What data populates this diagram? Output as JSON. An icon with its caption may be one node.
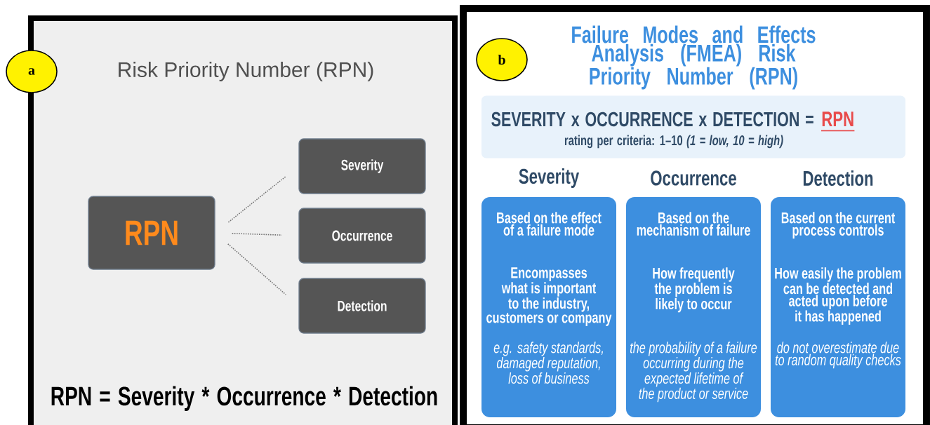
{
  "diagram": {
    "nodes": [
      {
        "text": [
          "Risk Priority Number (RPN)",
          "RPN = Severity * Occurrence * Detection"
        ]
      },
      {
        "text": [
          "a"
        ]
      },
      {
        "text": [
          "RPN"
        ],
        "in": 0
      },
      {
        "text": [
          "Severity"
        ],
        "in": 0
      },
      {
        "text": [
          "Occurrence"
        ],
        "in": 0
      },
      {
        "text": [
          "Detection"
        ],
        "in": 0
      },
      {
        "text": [
          "Failure Modes and Effects Analysis (FMEA) Risk Priority Number (RPN)"
        ]
      },
      {
        "text": [
          "b"
        ],
        "in": 6
      },
      {
        "text": [
          "SEVERITY x OCCURRENCE x DETECTION =",
          "RPN",
          "rating per criteria: 1–10 *(1 = low, 10 = high)*"
        ],
        "in": 6
      },
      {
        "text": [
          "Severity",
          "Based on the effect of a failure mode",
          "Encompasses what is important to the industry, customers or company",
          "e.g. safety standards, damaged reputation, loss of business"
        ],
        "in": 6
      },
      {
        "text": [
          "Occurrence",
          "Based on the mechanism of failure",
          "How frequently the problem is likely to occur",
          "the probability of a failure occurring during the expected lifetime of the product or service"
        ],
        "in": 6
      },
      {
        "text": [
          "Detection",
          "Based on the current process controls",
          "How easily the problem can be detected and acted upon before it has happened",
          "do not overestimate due to random quality checks"
        ],
        "in": 6
      }
    ],
    "edges": [
      {
        "from": 2,
        "to": 3,
        "arrow": "none",
        "style": "dashed"
      },
      {
        "from": 2,
        "to": 4,
        "arrow": "none",
        "style": "dashed"
      },
      {
        "from": 2,
        "to": 5,
        "arrow": "none",
        "style": "dashed"
      }
    ]
  }
}
